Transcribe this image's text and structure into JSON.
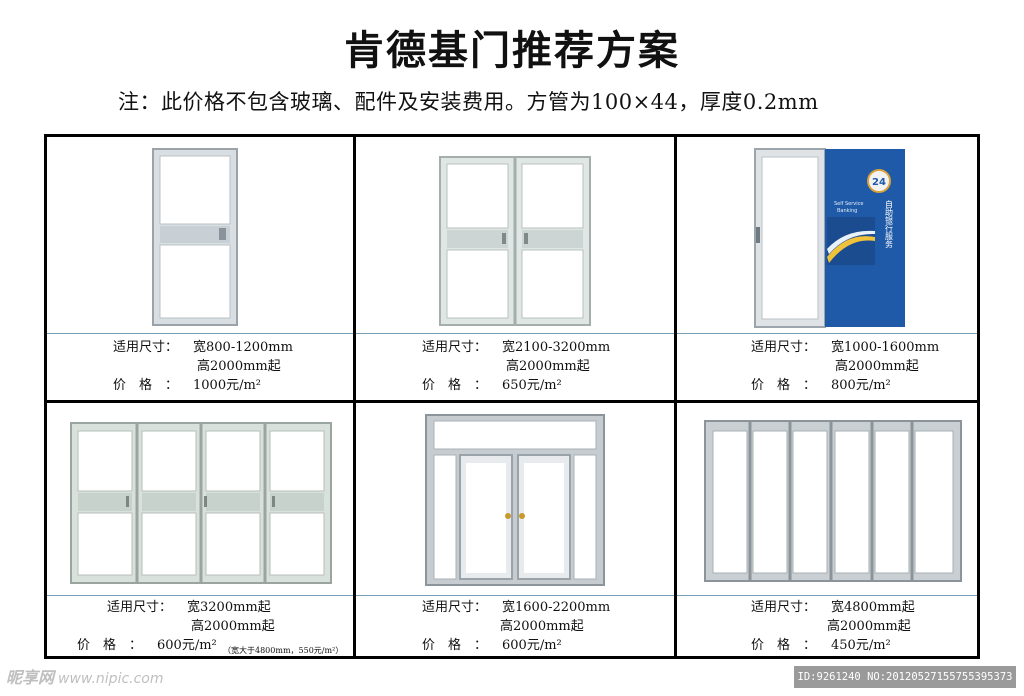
{
  "title": "肯德基门推荐方案",
  "note": "注：此价格不包含玻璃、配件及安装费用。方管为100×44，厚度0.2mm",
  "doors": [
    {
      "size_label": "适用尺寸：",
      "width": "宽800-1200mm",
      "height": "高2000mm起",
      "price_label": "价　格　：",
      "price": "1000元/m²",
      "price_note": ""
    },
    {
      "size_label": "适用尺寸：",
      "width": "宽2100-3200mm",
      "height": "高2000mm起",
      "price_label": "价　格　：",
      "price": "650元/m²",
      "price_note": ""
    },
    {
      "size_label": "适用尺寸：",
      "width": "宽1000-1600mm",
      "height": "高2000mm起",
      "price_label": "价　格　：",
      "price": "800元/m²",
      "price_note": ""
    },
    {
      "size_label": "适用尺寸：",
      "width": "宽3200mm起",
      "height": "高2000mm起",
      "price_label": "价　格　：",
      "price": "600元/m²",
      "price_note": "（宽大于4800mm，550元/m²）"
    },
    {
      "size_label": "适用尺寸：",
      "width": "宽1600-2200mm",
      "height": "高2000mm起",
      "price_label": "价　格　：",
      "price": "600元/m²",
      "price_note": ""
    },
    {
      "size_label": "适用尺寸：",
      "width": "宽4800mm起",
      "height": "高2000mm起",
      "price_label": "价　格　：",
      "price": "450元/m²",
      "price_note": ""
    }
  ],
  "banner": {
    "badge": "24",
    "en_line1": "Self Service",
    "en_line2": "Banking",
    "cn": "自助银行服务",
    "color": "#1e5aa8"
  },
  "watermark": {
    "logo": "昵享网",
    "url": "www.nipic.com"
  },
  "image_id": "ID:9261240 NO:20120527155755395373"
}
